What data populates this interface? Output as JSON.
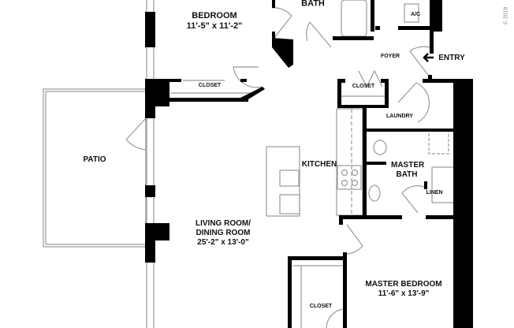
{
  "rooms": {
    "bedroom": {
      "name": "BEDROOM",
      "size": "11'-5\" x 11'-2\""
    },
    "bath": {
      "name": "BATH"
    },
    "ac": {
      "name": "A/C"
    },
    "foyer": {
      "name": "FOYER"
    },
    "entry": {
      "name": "ENTRY"
    },
    "closet_bedroom": {
      "name": "CLOSET"
    },
    "closet_foyer": {
      "name": "CLOSET"
    },
    "laundry": {
      "name": "LAUNDRY"
    },
    "patio": {
      "name": "PATIO"
    },
    "kitchen": {
      "name": "KITCHEN"
    },
    "master_bath": {
      "name": "MASTER BATH"
    },
    "linen": {
      "name": "LINEN"
    },
    "living": {
      "name_line1": "LIVING ROOM/",
      "name_line2": "DINING ROOM",
      "size": "25'-2\" x 13'-0\""
    },
    "master_bedroom": {
      "name": "MASTER BEDROOM",
      "size": "11'-6\" x 13'-9\""
    },
    "closet_master": {
      "name": "CLOSET"
    }
  },
  "copyright": "© 2018",
  "icons": {
    "entry": "arrow-left-icon"
  },
  "colors": {
    "wall": "#000000",
    "line": "#888888",
    "background": "#ffffff"
  }
}
